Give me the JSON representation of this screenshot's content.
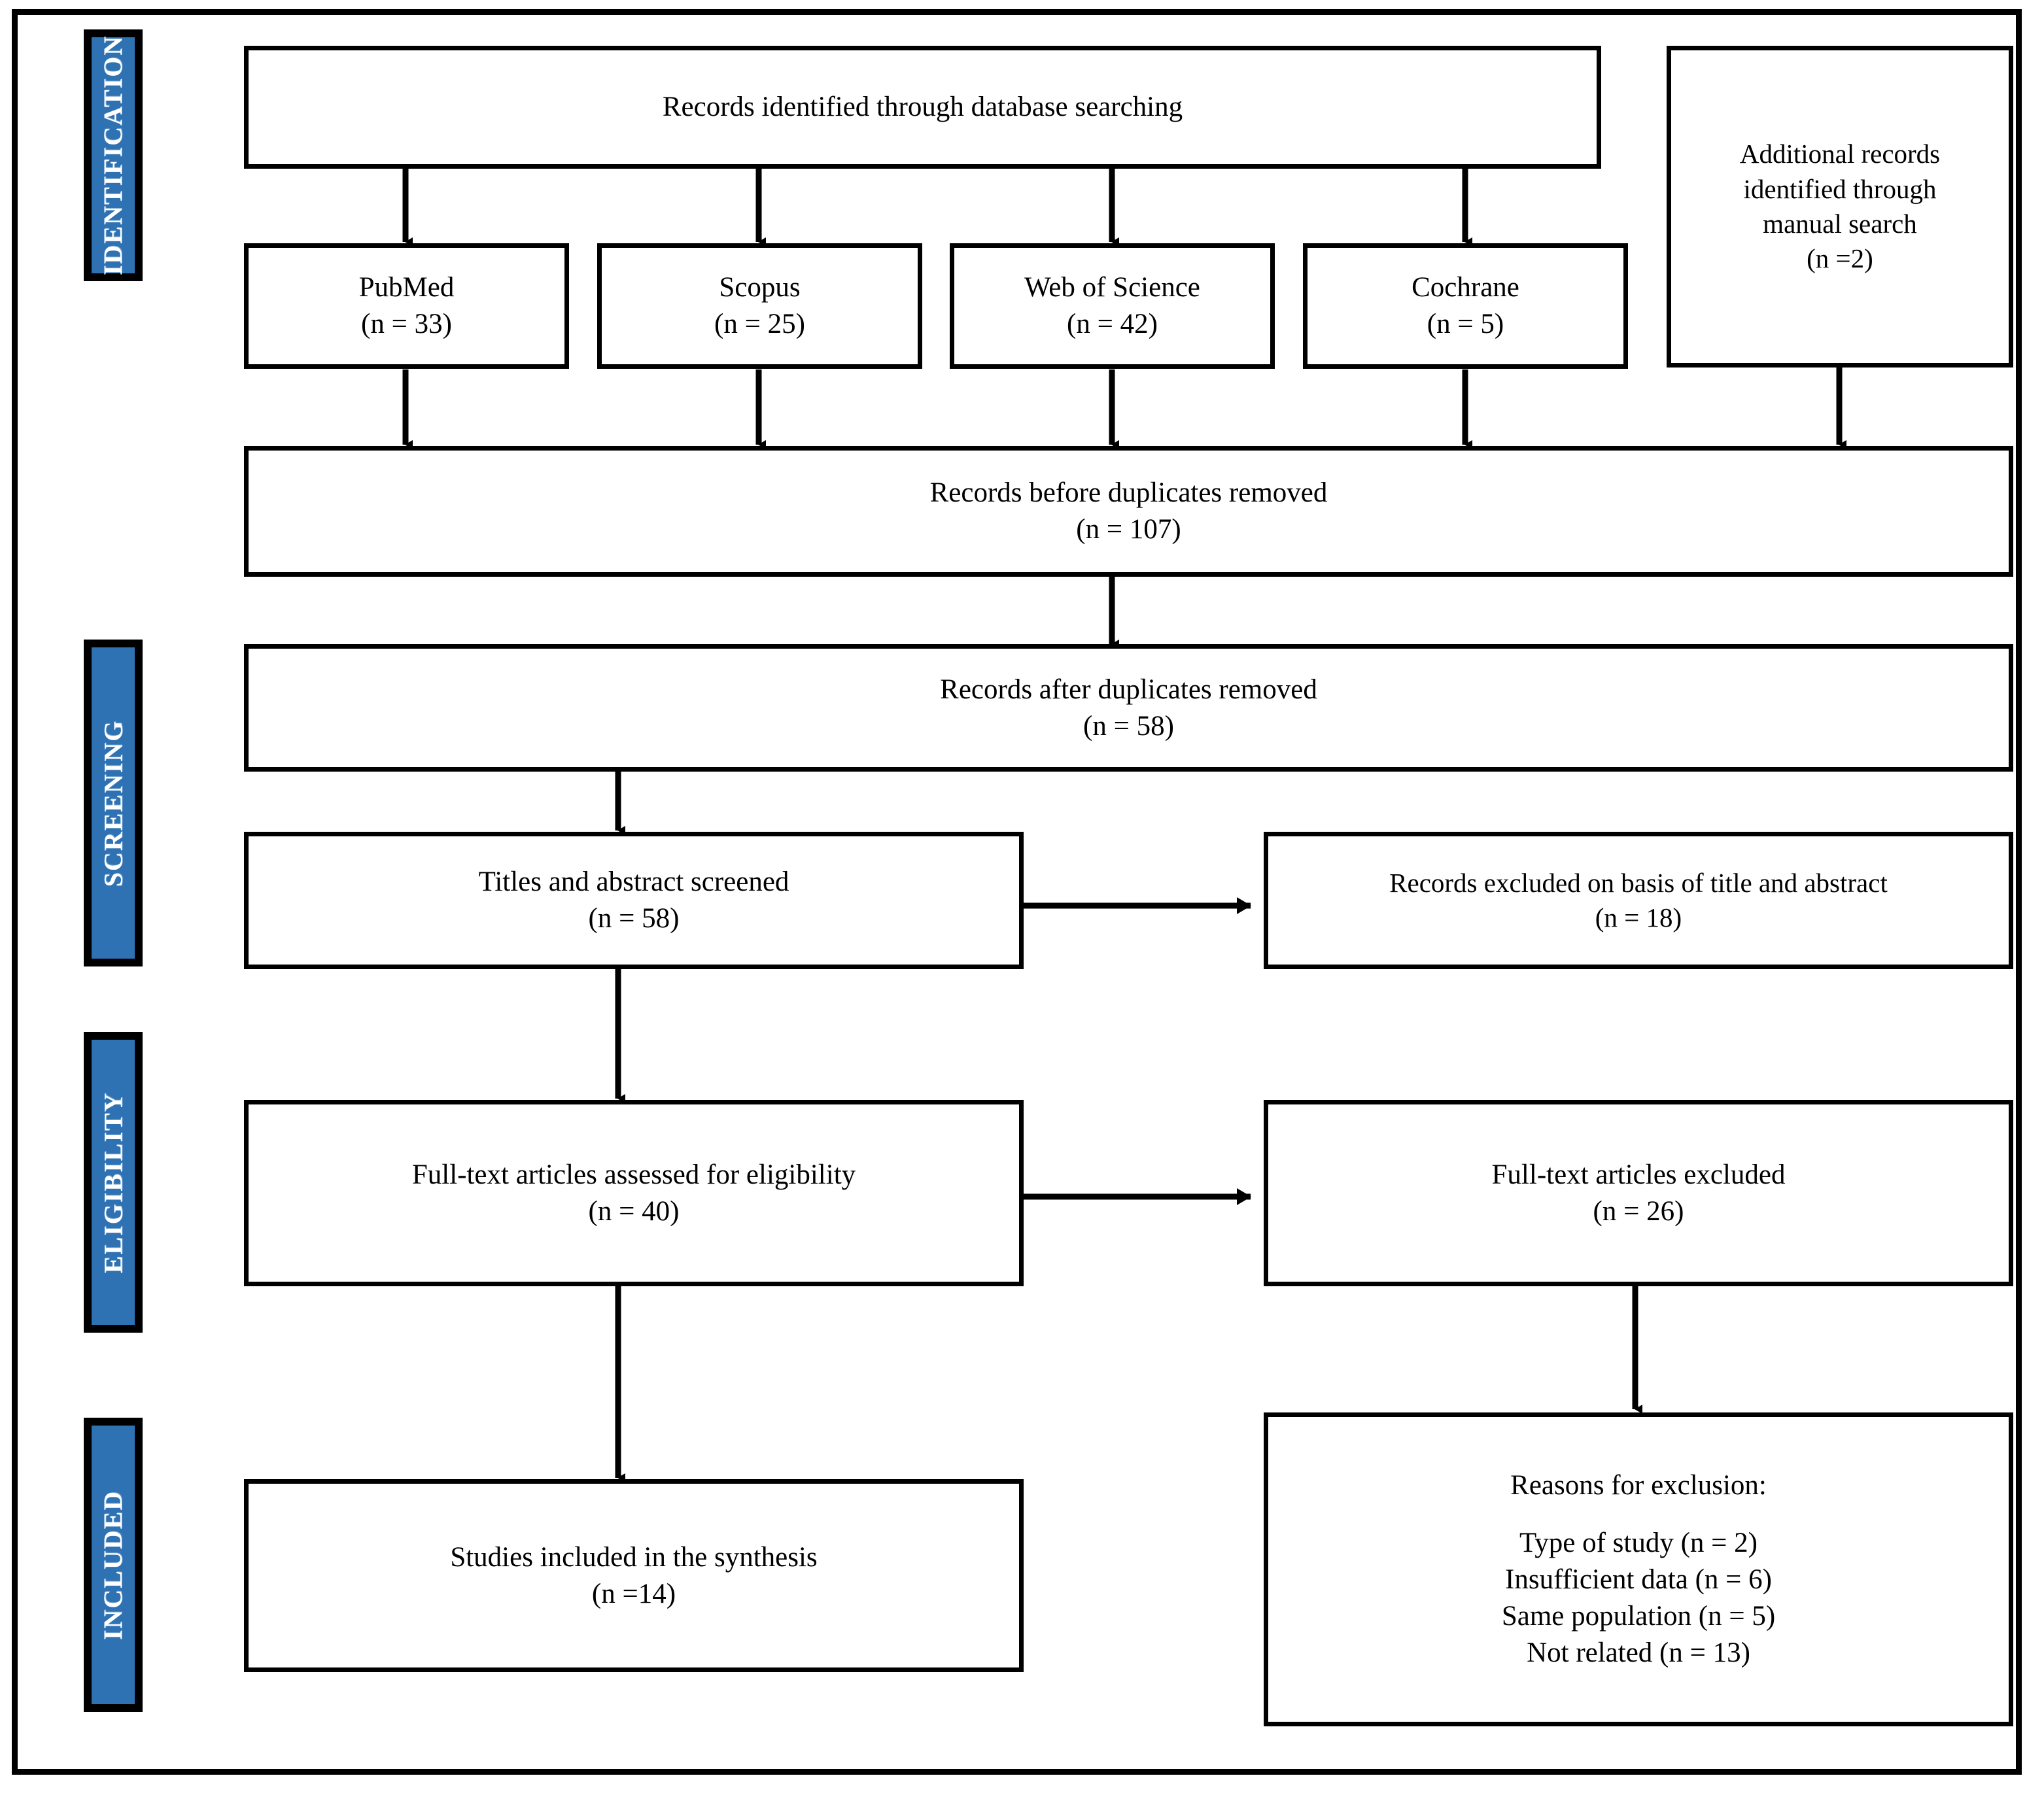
{
  "diagram": {
    "title": "PRISMA flow diagram",
    "accent_color": "#2E72B3",
    "line_color": "#000000",
    "background": "#FFFFFF"
  },
  "stages": [
    {
      "id": "identification",
      "label": "IDENTIFICATION"
    },
    {
      "id": "screening",
      "label": "SCREENING"
    },
    {
      "id": "eligibility",
      "label": "ELIGIBILITY"
    },
    {
      "id": "included",
      "label": "INCLUDED"
    }
  ],
  "boxes": {
    "database_search": {
      "line1": "Records identified through database searching"
    },
    "manual_search": {
      "line1": "Additional records",
      "line2": "identified through",
      "line3": "manual search",
      "line4": "(n =2)"
    },
    "pubmed": {
      "line1": "PubMed",
      "line2": "(n = 33)"
    },
    "scopus": {
      "line1": "Scopus",
      "line2": "(n = 25)"
    },
    "web_of_science": {
      "line1": "Web of Science",
      "line2": "(n = 42)"
    },
    "cochrane": {
      "line1": "Cochrane",
      "line2": "(n = 5)"
    },
    "before_duplicates": {
      "line1": "Records before duplicates removed",
      "line2": "(n = 107)"
    },
    "after_duplicates": {
      "line1": "Records after duplicates removed",
      "line2": "(n = 58)"
    },
    "titles_screened": {
      "line1": "Titles and abstract screened",
      "line2": "(n = 58)"
    },
    "records_excluded": {
      "line1": "Records excluded on basis of title and abstract",
      "line2": "(n = 18)"
    },
    "fulltext_assessed": {
      "line1": "Full-text articles assessed for eligibility",
      "line2": "(n = 40)"
    },
    "fulltext_excluded": {
      "line1": "Full-text articles excluded",
      "line2": "(n = 26)"
    },
    "studies_included": {
      "line1": "Studies included in the synthesis",
      "line2": "(n =14)"
    },
    "reasons": {
      "heading": "Reasons for exclusion:",
      "reason1": "Type of study (n = 2)",
      "reason2": "Insufficient data (n = 6)",
      "reason3": "Same population (n = 5)",
      "reason4": "Not related (n = 13)"
    }
  },
  "chart_data": {
    "type": "diagram",
    "title": "PRISMA flow diagram",
    "nodes": [
      {
        "id": "database_search",
        "stage": "IDENTIFICATION",
        "label": "Records identified through database searching",
        "n": null
      },
      {
        "id": "manual_search",
        "stage": "IDENTIFICATION",
        "label": "Additional records identified through manual search",
        "n": 2
      },
      {
        "id": "pubmed",
        "stage": "IDENTIFICATION",
        "label": "PubMed",
        "n": 33
      },
      {
        "id": "scopus",
        "stage": "IDENTIFICATION",
        "label": "Scopus",
        "n": 25
      },
      {
        "id": "web_of_science",
        "stage": "IDENTIFICATION",
        "label": "Web of Science",
        "n": 42
      },
      {
        "id": "cochrane",
        "stage": "IDENTIFICATION",
        "label": "Cochrane",
        "n": 5
      },
      {
        "id": "before_duplicates",
        "stage": "IDENTIFICATION",
        "label": "Records before duplicates removed",
        "n": 107
      },
      {
        "id": "after_duplicates",
        "stage": "SCREENING",
        "label": "Records after duplicates removed",
        "n": 58
      },
      {
        "id": "titles_screened",
        "stage": "SCREENING",
        "label": "Titles and abstract screened",
        "n": 58
      },
      {
        "id": "records_excluded",
        "stage": "SCREENING",
        "label": "Records excluded on basis of title and abstract",
        "n": 18
      },
      {
        "id": "fulltext_assessed",
        "stage": "ELIGIBILITY",
        "label": "Full-text articles assessed for eligibility",
        "n": 40
      },
      {
        "id": "fulltext_excluded",
        "stage": "ELIGIBILITY",
        "label": "Full-text articles excluded",
        "n": 26
      },
      {
        "id": "studies_included",
        "stage": "INCLUDED",
        "label": "Studies included in the synthesis",
        "n": 14
      },
      {
        "id": "reasons",
        "stage": "INCLUDED",
        "label": "Reasons for exclusion",
        "n": null
      }
    ],
    "edges": [
      {
        "from": "database_search",
        "to": "pubmed"
      },
      {
        "from": "database_search",
        "to": "scopus"
      },
      {
        "from": "database_search",
        "to": "web_of_science"
      },
      {
        "from": "database_search",
        "to": "cochrane"
      },
      {
        "from": "pubmed",
        "to": "before_duplicates"
      },
      {
        "from": "scopus",
        "to": "before_duplicates"
      },
      {
        "from": "web_of_science",
        "to": "before_duplicates"
      },
      {
        "from": "cochrane",
        "to": "before_duplicates"
      },
      {
        "from": "manual_search",
        "to": "before_duplicates"
      },
      {
        "from": "before_duplicates",
        "to": "after_duplicates"
      },
      {
        "from": "after_duplicates",
        "to": "titles_screened"
      },
      {
        "from": "titles_screened",
        "to": "records_excluded"
      },
      {
        "from": "titles_screened",
        "to": "fulltext_assessed"
      },
      {
        "from": "fulltext_assessed",
        "to": "fulltext_excluded"
      },
      {
        "from": "fulltext_assessed",
        "to": "studies_included"
      },
      {
        "from": "fulltext_excluded",
        "to": "reasons"
      }
    ],
    "exclusion_reasons": [
      {
        "reason": "Type of study",
        "n": 2
      },
      {
        "reason": "Insufficient data",
        "n": 6
      },
      {
        "reason": "Same population",
        "n": 5
      },
      {
        "reason": "Not related",
        "n": 13
      }
    ]
  }
}
